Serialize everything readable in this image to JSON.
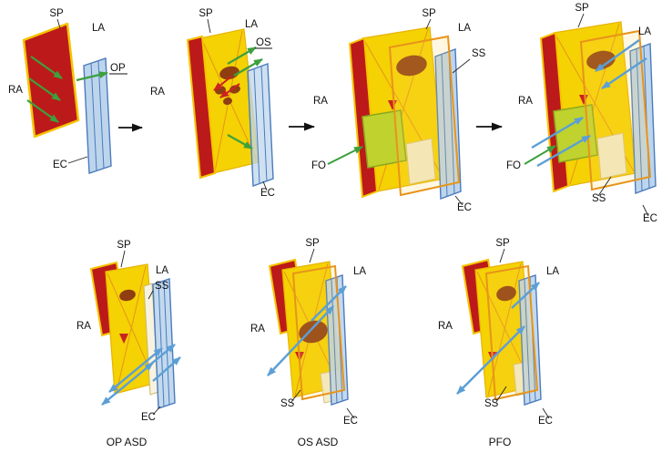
{
  "figure": {
    "description": "Development of the atrial septum and types of interatrial communications",
    "colors": {
      "septum_primum_yellow": "#f4d203",
      "atrial_wall_red": "#bc1a1a",
      "gold_edge": "#f5c400",
      "septum_secundum_orange": "#e8941a",
      "endocardial_cushion_blue": "#bdd5ec",
      "endocardial_cushion_stroke": "#4a7bbd",
      "flow_green": "#3da03d",
      "flow_blue": "#5b9fd6",
      "flow_red": "#cc2222",
      "ostium_brown": "#8f3e12",
      "foramen_ovale_green": "#bfd22e"
    }
  },
  "stage1": {
    "sp": "SP",
    "la": "LA",
    "ra": "RA",
    "op": "OP",
    "ec": "EC"
  },
  "stage2": {
    "sp": "SP",
    "la": "LA",
    "os": "OS",
    "ra": "RA",
    "ec": "EC"
  },
  "stage3": {
    "sp": "SP",
    "la": "LA",
    "ss": "SS",
    "ra": "RA",
    "fo": "FO",
    "ec": "EC"
  },
  "stage4": {
    "sp": "SP",
    "la": "LA",
    "ra": "RA",
    "fo": "FO",
    "ss": "SS",
    "ec": "EC"
  },
  "op_asd": {
    "sp": "SP",
    "la": "LA",
    "ss": "SS",
    "ra": "RA",
    "ec": "EC",
    "caption": "OP ASD"
  },
  "os_asd": {
    "sp": "SP",
    "la": "LA",
    "ra": "RA",
    "ss": "SS",
    "ec": "EC",
    "caption": "OS ASD"
  },
  "pfo": {
    "sp": "SP",
    "la": "LA",
    "ra": "RA",
    "ss": "SS",
    "ec": "EC",
    "caption": "PFO"
  }
}
